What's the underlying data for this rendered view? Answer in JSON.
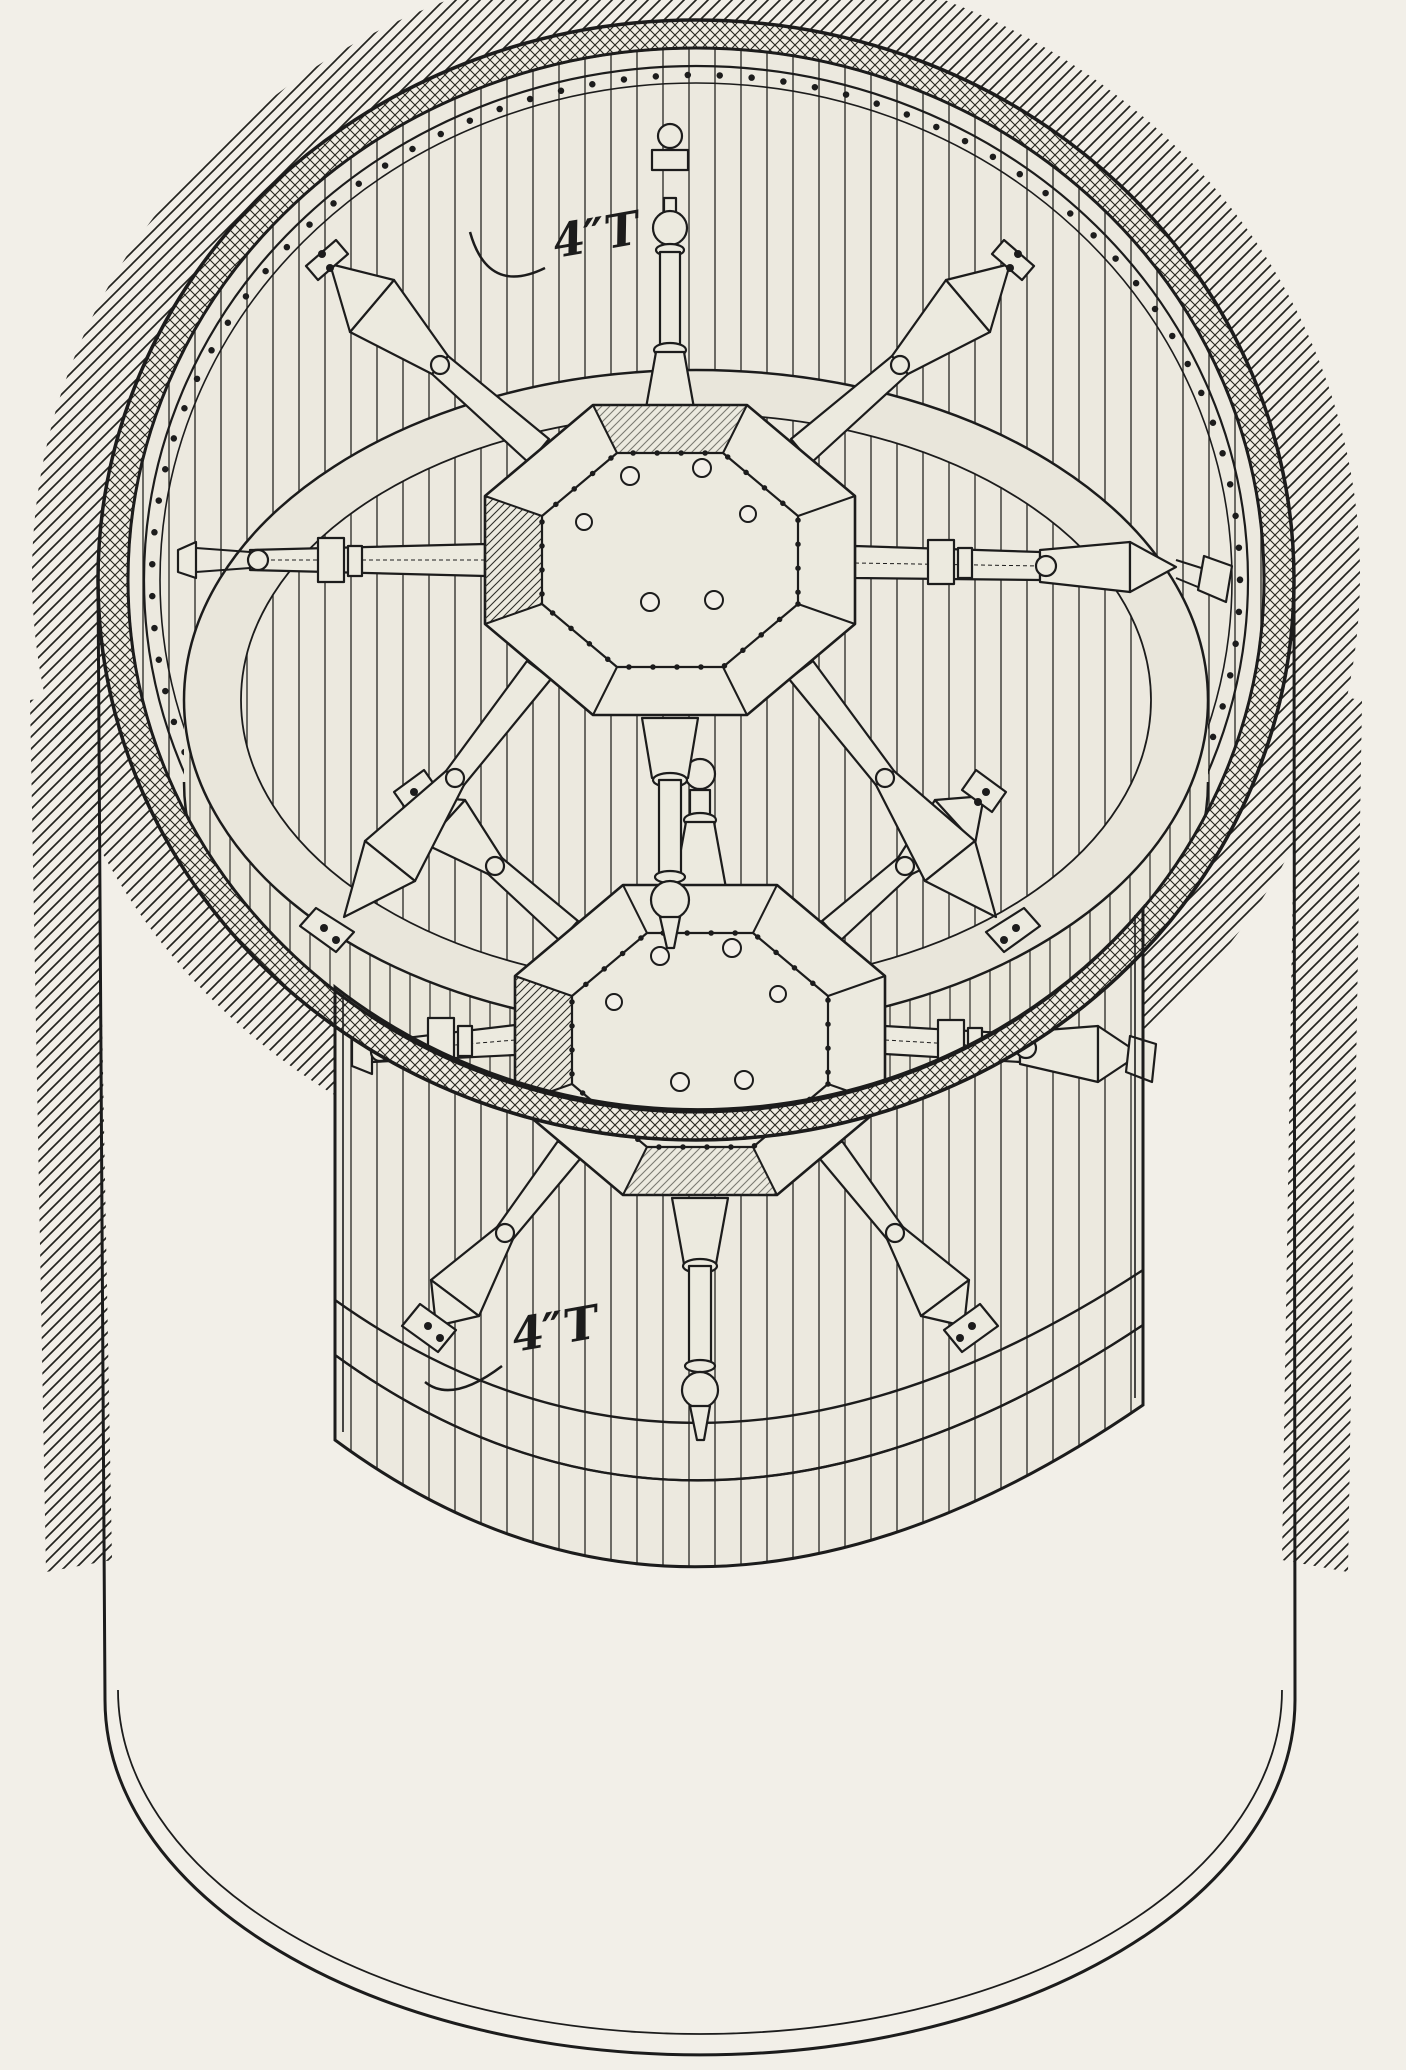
{
  "drawing": {
    "annotations": [
      {
        "id": "upper-tie-size",
        "text": "4″T"
      },
      {
        "id": "lower-tie-size",
        "text": "4″T"
      }
    ],
    "palette": {
      "paper": "#f2efe8",
      "ink": "#1c1c1c",
      "timber_light": "#ece9df",
      "band_face": "#eae7db"
    }
  }
}
